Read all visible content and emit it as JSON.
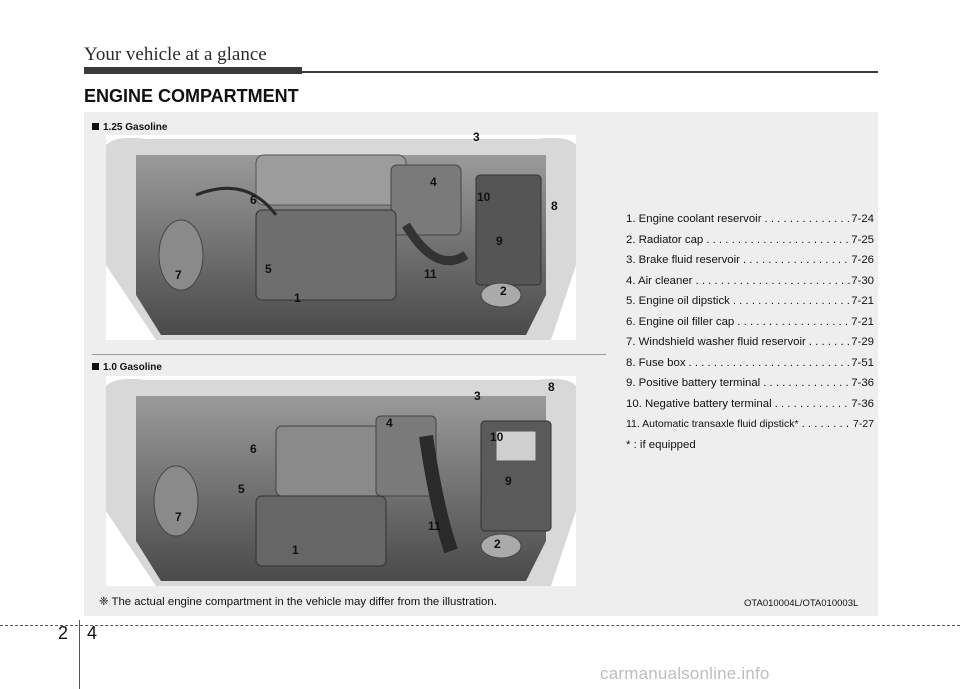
{
  "header": {
    "section_title": "Your vehicle at a glance"
  },
  "page_heading": "ENGINE COMPARTMENT",
  "variants": [
    {
      "label": "1.25 Gasoline",
      "callouts": [
        "1",
        "2",
        "3",
        "4",
        "5",
        "6",
        "7",
        "8",
        "9",
        "10",
        "11"
      ]
    },
    {
      "label": "1.0 Gasoline",
      "callouts": [
        "1",
        "2",
        "3",
        "4",
        "5",
        "6",
        "7",
        "8",
        "9",
        "10",
        "11"
      ]
    }
  ],
  "legend": [
    {
      "label": "1. Engine coolant reservoir",
      "page": "7-24"
    },
    {
      "label": "2. Radiator cap",
      "page": "7-25"
    },
    {
      "label": "3. Brake fluid reservoir",
      "page": "7-26"
    },
    {
      "label": "4. Air cleaner",
      "page": "7-30"
    },
    {
      "label": "5. Engine oil dipstick",
      "page": "7-21"
    },
    {
      "label": "6. Engine oil filler cap",
      "page": "7-21"
    },
    {
      "label": "7. Windshield washer fluid reservoir",
      "page": "7-29"
    },
    {
      "label": "8. Fuse box",
      "page": "7-51"
    },
    {
      "label": "9. Positive battery terminal",
      "page": "7-36"
    },
    {
      "label": "10. Negative battery terminal",
      "page": "7-36"
    },
    {
      "label": "11. Automatic transaxle fluid dipstick*",
      "page": "7-27"
    }
  ],
  "footnote": "* : if equipped",
  "note": "❈ The actual engine compartment in the vehicle may differ from the illustration.",
  "figure_code": "OTA010004L/OTA010003L",
  "page_number": {
    "chapter": "2",
    "page": "4"
  },
  "watermark": "carmanualsonline.info"
}
